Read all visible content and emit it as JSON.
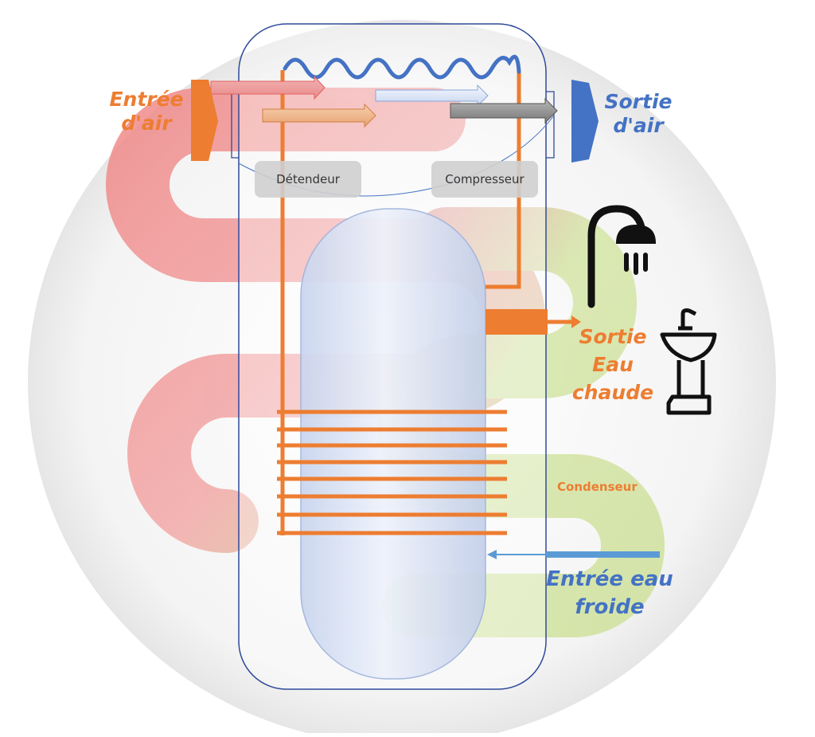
{
  "labels": {
    "air_in": "Entrée\nd'air",
    "air_out": "Sortie\nd'air",
    "hot_water_out": "Sortie\nEau\nchaude",
    "cold_water_in": "Entrée eau\nfroide",
    "expansion_valve": "Détendeur",
    "compressor": "Compresseur",
    "condenser": "Condenseur"
  },
  "icons": {
    "shower": "shower-icon",
    "sink": "sink-icon"
  },
  "colors": {
    "orange": "#ED7D31",
    "blue": "#4472C4",
    "light_blue_line": "#5B9BD5",
    "outline": "#2F4A9A"
  }
}
